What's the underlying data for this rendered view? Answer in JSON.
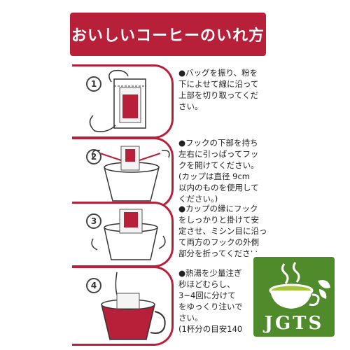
{
  "title": "おいしいコーヒーのいれ方",
  "steps": [
    {
      "number": "1",
      "text": "●バッグを振り、粉を\n下によせて線に沿って\n上部を切り取ってくだ\nさい。"
    },
    {
      "number": "2",
      "text": "●フックの下部を持ち\n左右に引っぱってフッ\nクを開けてください。\n(カップは直径 9cm\n以内のものを使用して\nください。)"
    },
    {
      "number": "3",
      "text": "●カップの縁にフック\nをしっかりと掛けて安\n定させ、ミシン目に沿っ\nて両方のフックの外側\n部分を折ってください。"
    },
    {
      "number": "4",
      "text": "●熱湯を少量注ぎ\n秒ほどむらし、\n3~4回に分けて\nをゆっくり注いで\nさい。\n(1杯分の目安140"
    }
  ],
  "logo": {
    "text": "JGTS"
  },
  "colors": {
    "brand_red": "#b8203a",
    "logo_green": "#4f8b2a"
  }
}
